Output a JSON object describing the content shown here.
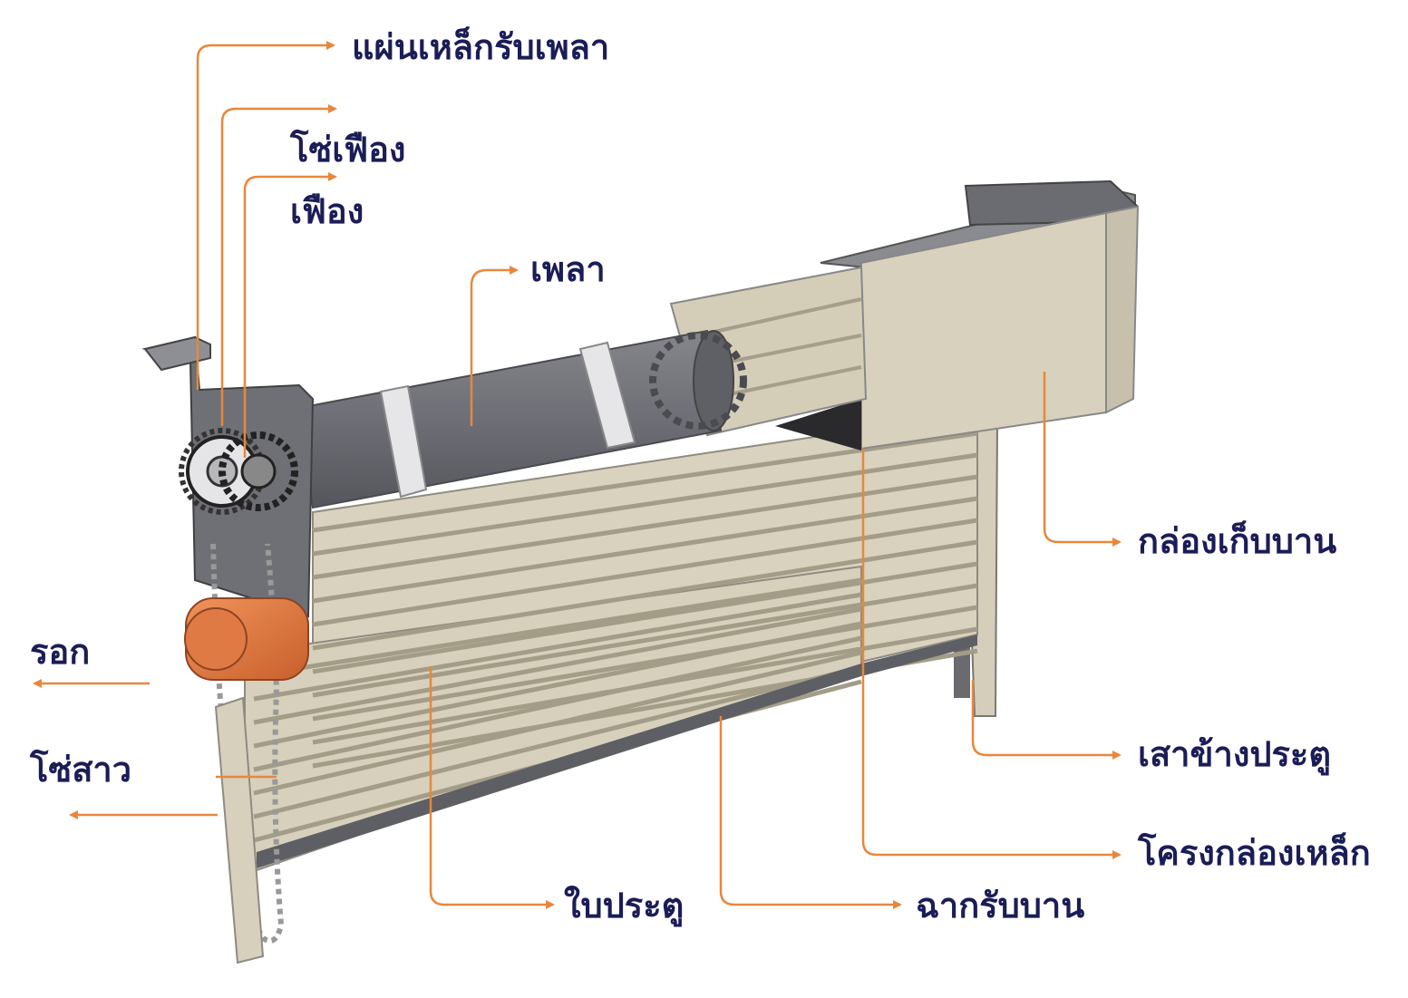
{
  "colors": {
    "leader": "#e8873c",
    "label": "#1b1d57",
    "door": "#d8d2bf",
    "shaft": "#6b6b72",
    "steel": "#7a7b80",
    "weight": "#d9703a"
  },
  "labels": {
    "shaft_plate": "แผ่นเหล็กรับเพลา",
    "sprocket_chain": "โซ่เฟือง",
    "sprocket": "เฟือง",
    "shaft": "เพลา",
    "box": "กล่องเก็บบาน",
    "pulley": "รอก",
    "hand_chain": "โซ่สาว",
    "side_post": "เสาข้างประตู",
    "box_frame": "โครงกล่องเหล็ก",
    "door_panel": "ใบประตู",
    "bottom_rail": "ฉากรับบาน"
  }
}
